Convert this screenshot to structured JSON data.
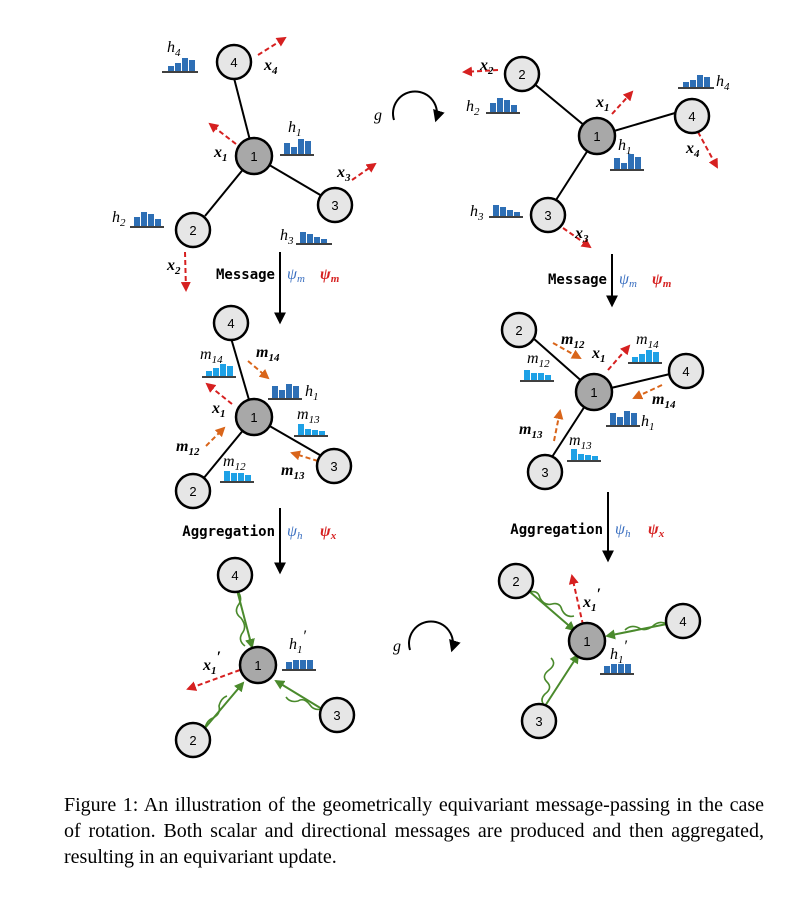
{
  "caption": "Figure 1: An illustration of the geometrically equivariant message-passing in the case of rotation. Both scalar and directional messages are produced and then aggregated, resulting in an equivariant update.",
  "colors": {
    "edge": "#000000",
    "center_node": "#a8a8a8",
    "outer_node": "#e6e6e6",
    "position_arrow": "#d62020",
    "message_arrow": "#d9651a",
    "aggregate_arrow": "#4a8a2c",
    "histogram": "#2e6fb5",
    "psi_h": "#3a6fc0",
    "psi_x": "#d62020"
  },
  "labels": {
    "message": "Message",
    "aggregation": "Aggregation",
    "psi_m_blue": "ψ",
    "psi_m_blue_sub": "m",
    "psi_m_red": "ψ",
    "psi_m_red_sub": "m",
    "psi_h": "ψ",
    "psi_h_sub": "h",
    "psi_x": "ψ",
    "psi_x_sub": "x",
    "g": "g"
  },
  "nodes": {
    "n1": "1",
    "n2": "2",
    "n3": "3",
    "n4": "4"
  },
  "symbols": {
    "h": "h",
    "x": "x",
    "m": "m",
    "sub1": "1",
    "sub2": "2",
    "sub3": "3",
    "sub4": "4",
    "sub12": "12",
    "sub13": "13",
    "sub14": "14",
    "prime": "′"
  }
}
